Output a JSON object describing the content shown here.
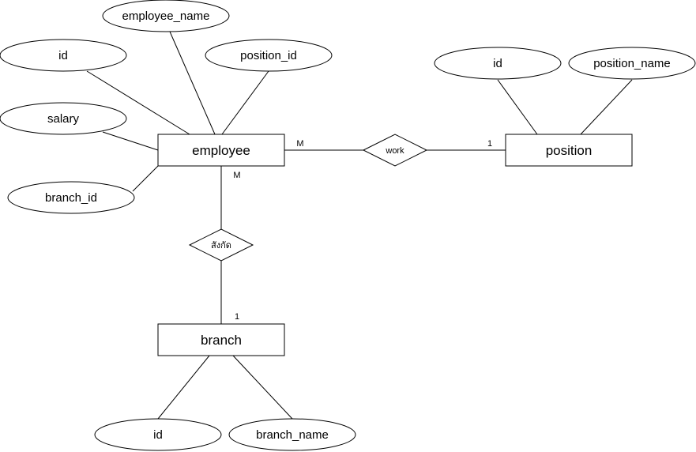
{
  "entities": {
    "employee": "employee",
    "position": "position",
    "branch": "branch"
  },
  "attributes": {
    "employee_name": "employee_name",
    "employee_id": "id",
    "position_id": "position_id",
    "salary": "salary",
    "branch_id": "branch_id",
    "position_id_attr": "id",
    "position_name": "position_name",
    "branch_id_attr": "id",
    "branch_name": "branch_name"
  },
  "relationships": {
    "work": "work",
    "belongs": "สังกัด"
  },
  "cardinalities": {
    "work_employee": "M",
    "work_position": "1",
    "belongs_employee": "M",
    "belongs_branch": "1"
  }
}
